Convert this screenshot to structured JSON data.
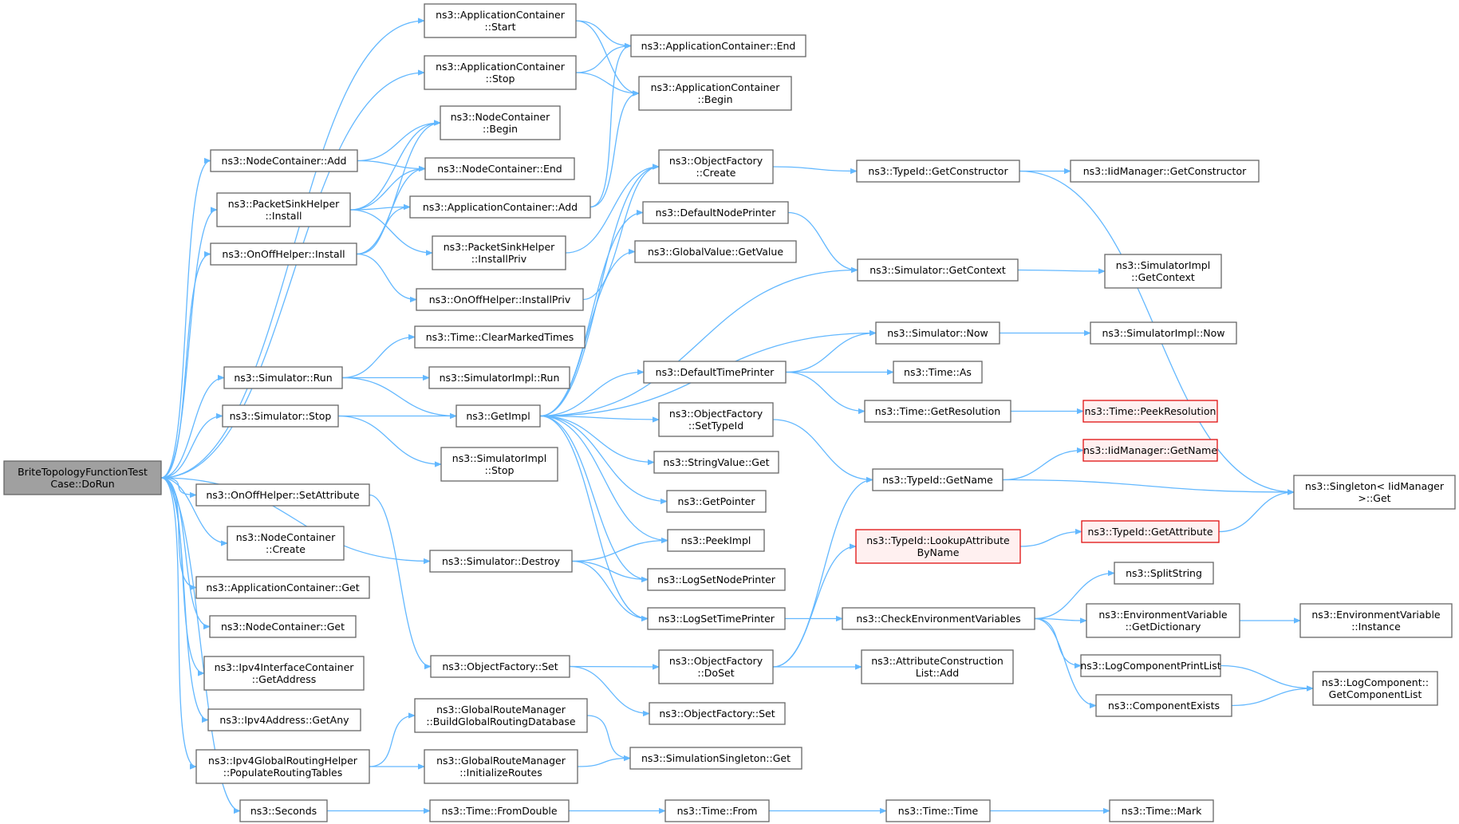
{
  "colors": {
    "edge": "#63b8ff",
    "root_fill": "#a0a0a0",
    "truncated_border": "#e01010",
    "truncated_fill": "#fff0f0",
    "node_border": "#666666"
  },
  "nodes": {
    "root": [
      "BriteTopologyFunctionTest",
      "Case::DoRun"
    ],
    "appStart": [
      "ns3::ApplicationContainer",
      "::Start"
    ],
    "appStop": [
      "ns3::ApplicationContainer",
      "::Stop"
    ],
    "appEnd": [
      "ns3::ApplicationContainer::End"
    ],
    "appBegin": [
      "ns3::ApplicationContainer",
      "::Begin"
    ],
    "ncBegin": [
      "ns3::NodeContainer",
      "::Begin"
    ],
    "ncAdd": [
      "ns3::NodeContainer::Add"
    ],
    "ncEnd": [
      "ns3::NodeContainer::End"
    ],
    "psInstall": [
      "ns3::PacketSinkHelper",
      "::Install"
    ],
    "appAdd": [
      "ns3::ApplicationContainer::Add"
    ],
    "psInstallPriv": [
      "ns3::PacketSinkHelper",
      "::InstallPriv"
    ],
    "ooInstall": [
      "ns3::OnOffHelper::Install"
    ],
    "ooInstallPriv": [
      "ns3::OnOffHelper::InstallPriv"
    ],
    "ofCreate": [
      "ns3::ObjectFactory",
      "::Create"
    ],
    "defNodePrinter": [
      "ns3::DefaultNodePrinter"
    ],
    "gvGetValue": [
      "ns3::GlobalValue::GetValue"
    ],
    "tidGetCtor": [
      "ns3::TypeId::GetConstructor"
    ],
    "iidGetCtor": [
      "ns3::IidManager::GetConstructor"
    ],
    "simGetContext": [
      "ns3::Simulator::GetContext"
    ],
    "simImplGetContext": [
      "ns3::SimulatorImpl",
      "::GetContext"
    ],
    "simNow": [
      "ns3::Simulator::Now"
    ],
    "simImplNow": [
      "ns3::SimulatorImpl::Now"
    ],
    "timeClear": [
      "ns3::Time::ClearMarkedTimes"
    ],
    "simRun": [
      "ns3::Simulator::Run"
    ],
    "simImplRun": [
      "ns3::SimulatorImpl::Run"
    ],
    "defTimePrinter": [
      "ns3::DefaultTimePrinter"
    ],
    "timeAs": [
      "ns3::Time::As"
    ],
    "simStop": [
      "ns3::Simulator::Stop"
    ],
    "getImpl": [
      "ns3::GetImpl"
    ],
    "ofSetTypeId": [
      "ns3::ObjectFactory",
      "::SetTypeId"
    ],
    "timeGetRes": [
      "ns3::Time::GetResolution"
    ],
    "timePeekRes": [
      "ns3::Time::PeekResolution"
    ],
    "simImplStop": [
      "ns3::SimulatorImpl",
      "::Stop"
    ],
    "strValGet": [
      "ns3::StringValue::Get"
    ],
    "iidGetName": [
      "ns3::IidManager::GetName"
    ],
    "tidGetName": [
      "ns3::TypeId::GetName"
    ],
    "singletonGet": [
      "ns3::Singleton< IidManager",
      ">::Get"
    ],
    "ooSetAttr": [
      "ns3::OnOffHelper::SetAttribute"
    ],
    "getPointer": [
      "ns3::GetPointer"
    ],
    "ncCreate": [
      "ns3::NodeContainer",
      "::Create"
    ],
    "tidLookup": [
      "ns3::TypeId::LookupAttribute",
      "ByName"
    ],
    "tidGetAttr": [
      "ns3::TypeId::GetAttribute"
    ],
    "peekImpl": [
      "ns3::PeekImpl"
    ],
    "simDestroy": [
      "ns3::Simulator::Destroy"
    ],
    "splitString": [
      "ns3::SplitString"
    ],
    "appGet": [
      "ns3::ApplicationContainer::Get"
    ],
    "logSetNodePrinter": [
      "ns3::LogSetNodePrinter"
    ],
    "logSetTimePrinter": [
      "ns3::LogSetTimePrinter"
    ],
    "checkEnv": [
      "ns3::CheckEnvironmentVariables"
    ],
    "envGetDict": [
      "ns3::EnvironmentVariable",
      "::GetDictionary"
    ],
    "envInstance": [
      "ns3::EnvironmentVariable",
      "::Instance"
    ],
    "ncGet": [
      "ns3::NodeContainer::Get"
    ],
    "ipv4IfGetAddr": [
      "ns3::Ipv4InterfaceContainer",
      "::GetAddress"
    ],
    "ofSet": [
      "ns3::ObjectFactory::Set"
    ],
    "ofDoSet": [
      "ns3::ObjectFactory",
      "::DoSet"
    ],
    "attrConstrAdd": [
      "ns3::AttributeConstruction",
      "List::Add"
    ],
    "logCompPrint": [
      "ns3::LogComponentPrintList"
    ],
    "logCompGetList": [
      "ns3::LogComponent::",
      "GetComponentList"
    ],
    "compExists": [
      "ns3::ComponentExists"
    ],
    "ipv4GetAny": [
      "ns3::Ipv4Address::GetAny"
    ],
    "grmBuild": [
      "ns3::GlobalRouteManager",
      "::BuildGlobalRoutingDatabase"
    ],
    "ofSet2": [
      "ns3::ObjectFactory::Set"
    ],
    "ipv4GrhPopulate": [
      "ns3::Ipv4GlobalRoutingHelper",
      "::PopulateRoutingTables"
    ],
    "grmInit": [
      "ns3::GlobalRouteManager",
      "::InitializeRoutes"
    ],
    "simSingletonGet": [
      "ns3::SimulationSingleton::Get"
    ],
    "seconds": [
      "ns3::Seconds"
    ],
    "timeFromDouble": [
      "ns3::Time::FromDouble"
    ],
    "timeFrom": [
      "ns3::Time::From"
    ],
    "timeTime": [
      "ns3::Time::Time"
    ],
    "timeMark": [
      "ns3::Time::Mark"
    ]
  },
  "edges": [
    [
      "root",
      "appStart"
    ],
    [
      "root",
      "appStop"
    ],
    [
      "root",
      "ncAdd"
    ],
    [
      "root",
      "psInstall"
    ],
    [
      "root",
      "ooInstall"
    ],
    [
      "root",
      "simRun"
    ],
    [
      "root",
      "simStop"
    ],
    [
      "root",
      "simDestroy"
    ],
    [
      "root",
      "ooSetAttr"
    ],
    [
      "root",
      "ncCreate"
    ],
    [
      "root",
      "appGet"
    ],
    [
      "root",
      "ncGet"
    ],
    [
      "root",
      "ipv4IfGetAddr"
    ],
    [
      "root",
      "ipv4GetAny"
    ],
    [
      "root",
      "ipv4GrhPopulate"
    ],
    [
      "root",
      "seconds"
    ],
    [
      "appStart",
      "appEnd"
    ],
    [
      "appStart",
      "appBegin"
    ],
    [
      "appStop",
      "appEnd"
    ],
    [
      "appStop",
      "appBegin"
    ],
    [
      "ncAdd",
      "ncBegin"
    ],
    [
      "ncAdd",
      "ncEnd"
    ],
    [
      "psInstall",
      "ncBegin"
    ],
    [
      "psInstall",
      "ncEnd"
    ],
    [
      "psInstall",
      "appAdd"
    ],
    [
      "psInstall",
      "psInstallPriv"
    ],
    [
      "ooInstall",
      "ncBegin"
    ],
    [
      "ooInstall",
      "ncEnd"
    ],
    [
      "ooInstall",
      "appAdd"
    ],
    [
      "ooInstall",
      "ooInstallPriv"
    ],
    [
      "appAdd",
      "appEnd"
    ],
    [
      "appAdd",
      "appBegin"
    ],
    [
      "psInstallPriv",
      "ofCreate"
    ],
    [
      "ooInstallPriv",
      "ofCreate"
    ],
    [
      "ofCreate",
      "tidGetCtor"
    ],
    [
      "tidGetCtor",
      "iidGetCtor"
    ],
    [
      "tidGetCtor",
      "singletonGet"
    ],
    [
      "simRun",
      "timeClear"
    ],
    [
      "simRun",
      "simImplRun"
    ],
    [
      "simRun",
      "getImpl"
    ],
    [
      "simStop",
      "getImpl"
    ],
    [
      "simStop",
      "simImplStop"
    ],
    [
      "simDestroy",
      "peekImpl"
    ],
    [
      "simDestroy",
      "logSetNodePrinter"
    ],
    [
      "simDestroy",
      "logSetTimePrinter"
    ],
    [
      "getImpl",
      "ofCreate"
    ],
    [
      "getImpl",
      "defNodePrinter"
    ],
    [
      "getImpl",
      "gvGetValue"
    ],
    [
      "getImpl",
      "simGetContext"
    ],
    [
      "getImpl",
      "simNow"
    ],
    [
      "getImpl",
      "defTimePrinter"
    ],
    [
      "getImpl",
      "ofSetTypeId"
    ],
    [
      "getImpl",
      "strValGet"
    ],
    [
      "getImpl",
      "getPointer"
    ],
    [
      "getImpl",
      "peekImpl"
    ],
    [
      "getImpl",
      "logSetNodePrinter"
    ],
    [
      "getImpl",
      "logSetTimePrinter"
    ],
    [
      "defNodePrinter",
      "simGetContext"
    ],
    [
      "simGetContext",
      "simImplGetContext"
    ],
    [
      "simNow",
      "simImplNow"
    ],
    [
      "defTimePrinter",
      "simNow"
    ],
    [
      "defTimePrinter",
      "timeAs"
    ],
    [
      "defTimePrinter",
      "timeGetRes"
    ],
    [
      "timeGetRes",
      "timePeekRes"
    ],
    [
      "ofSetTypeId",
      "tidGetName"
    ],
    [
      "tidGetName",
      "iidGetName"
    ],
    [
      "tidGetName",
      "singletonGet"
    ],
    [
      "tidLookup",
      "tidGetAttr"
    ],
    [
      "tidGetAttr",
      "singletonGet"
    ],
    [
      "logSetTimePrinter",
      "checkEnv"
    ],
    [
      "checkEnv",
      "splitString"
    ],
    [
      "checkEnv",
      "envGetDict"
    ],
    [
      "checkEnv",
      "logCompPrint"
    ],
    [
      "checkEnv",
      "compExists"
    ],
    [
      "envGetDict",
      "envInstance"
    ],
    [
      "logCompPrint",
      "logCompGetList"
    ],
    [
      "compExists",
      "logCompGetList"
    ],
    [
      "ooSetAttr",
      "ofSet"
    ],
    [
      "ofSet",
      "ofDoSet"
    ],
    [
      "ofSet",
      "ofSet2"
    ],
    [
      "ofDoSet",
      "tidGetName"
    ],
    [
      "ofDoSet",
      "tidLookup"
    ],
    [
      "ofDoSet",
      "attrConstrAdd"
    ],
    [
      "ipv4GrhPopulate",
      "grmBuild"
    ],
    [
      "ipv4GrhPopulate",
      "grmInit"
    ],
    [
      "grmBuild",
      "simSingletonGet"
    ],
    [
      "grmInit",
      "simSingletonGet"
    ],
    [
      "seconds",
      "timeFromDouble"
    ],
    [
      "timeFromDouble",
      "timeFrom"
    ],
    [
      "timeFrom",
      "timeTime"
    ],
    [
      "timeTime",
      "timeMark"
    ]
  ]
}
